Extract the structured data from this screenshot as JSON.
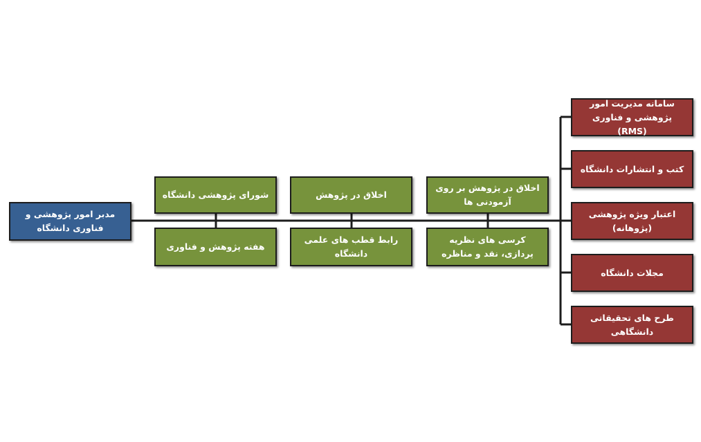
{
  "root": {
    "label": "مدبر امور پژوهشی و فناوری دانشگاه"
  },
  "center_groups": [
    {
      "top": "شورای پژوهشی دانشگاه",
      "bottom": "هفته پژوهش و فناوری"
    },
    {
      "top": "اخلاق در پژوهش",
      "bottom": "رابط قطب های علمی دانشگاه"
    },
    {
      "top": "اخلاق در پژوهش بر روی آزمودنی ها",
      "bottom": "کرسی های نظریه پردازی، نقد و مناظره"
    }
  ],
  "right_column": [
    {
      "label": "سامانه مدیریت امور پژوهشی و فناوری (RMS)"
    },
    {
      "label": "کتب و انتشارات دانشگاه"
    },
    {
      "label": "اعتبار ویژه پژوهشی (پژوهانه)"
    },
    {
      "label": "مجلات دانشگاه"
    },
    {
      "label": "طرح های تحقیقاتی دانشگاهی"
    }
  ],
  "colors": {
    "root": "#376092",
    "center": "#77933c",
    "right": "#953735",
    "line": "#1c1c1c"
  }
}
